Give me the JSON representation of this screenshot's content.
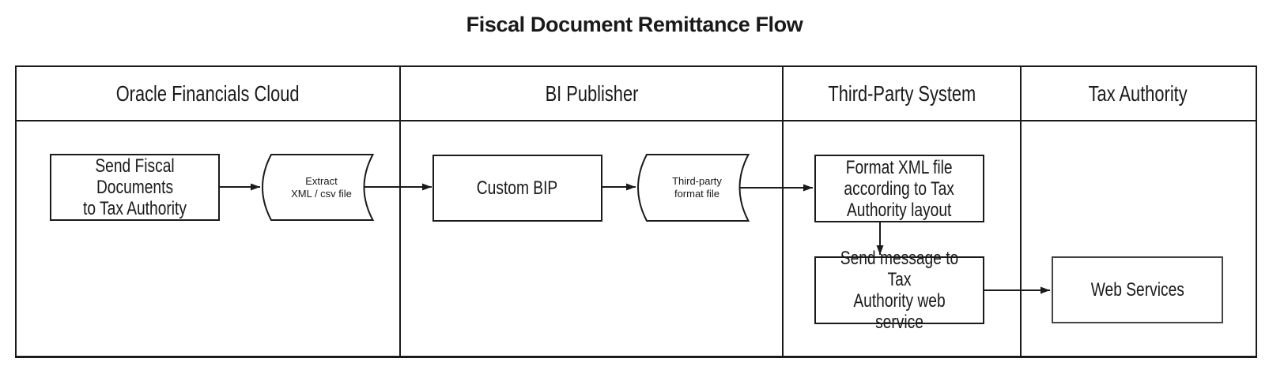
{
  "title": "Fiscal Document Remittance Flow",
  "lanes": [
    {
      "label": "Oracle Financials Cloud"
    },
    {
      "label": "BI Publisher"
    },
    {
      "label": "Third-Party System"
    },
    {
      "label": "Tax Authority"
    }
  ],
  "nodes": {
    "send_fiscal": {
      "label": "Send Fiscal Documents\nto Tax Authority",
      "shape": "process",
      "lane": "Oracle Financials Cloud"
    },
    "extract_file": {
      "label": "Extract\nXML / csv file",
      "shape": "stored-data",
      "lane": "Oracle Financials Cloud"
    },
    "custom_bip": {
      "label": "Custom BIP",
      "shape": "process",
      "lane": "BI Publisher"
    },
    "third_party_file": {
      "label": "Third-party\nformat file",
      "shape": "stored-data",
      "lane": "BI Publisher"
    },
    "format_xml": {
      "label": "Format XML file\naccording to Tax\nAuthority layout",
      "shape": "process",
      "lane": "Third-Party System"
    },
    "send_message": {
      "label": "Send message to Tax\nAuthority web service",
      "shape": "process",
      "lane": "Third-Party System"
    },
    "web_services": {
      "label": "Web Services",
      "shape": "process",
      "lane": "Tax Authority"
    }
  },
  "edges": [
    {
      "from": "send_fiscal",
      "to": "extract_file"
    },
    {
      "from": "extract_file",
      "to": "custom_bip"
    },
    {
      "from": "custom_bip",
      "to": "third_party_file"
    },
    {
      "from": "third_party_file",
      "to": "format_xml"
    },
    {
      "from": "format_xml",
      "to": "send_message"
    },
    {
      "from": "send_message",
      "to": "web_services"
    }
  ],
  "colors": {
    "ink": "#1a1a1a",
    "background": "#ffffff"
  }
}
